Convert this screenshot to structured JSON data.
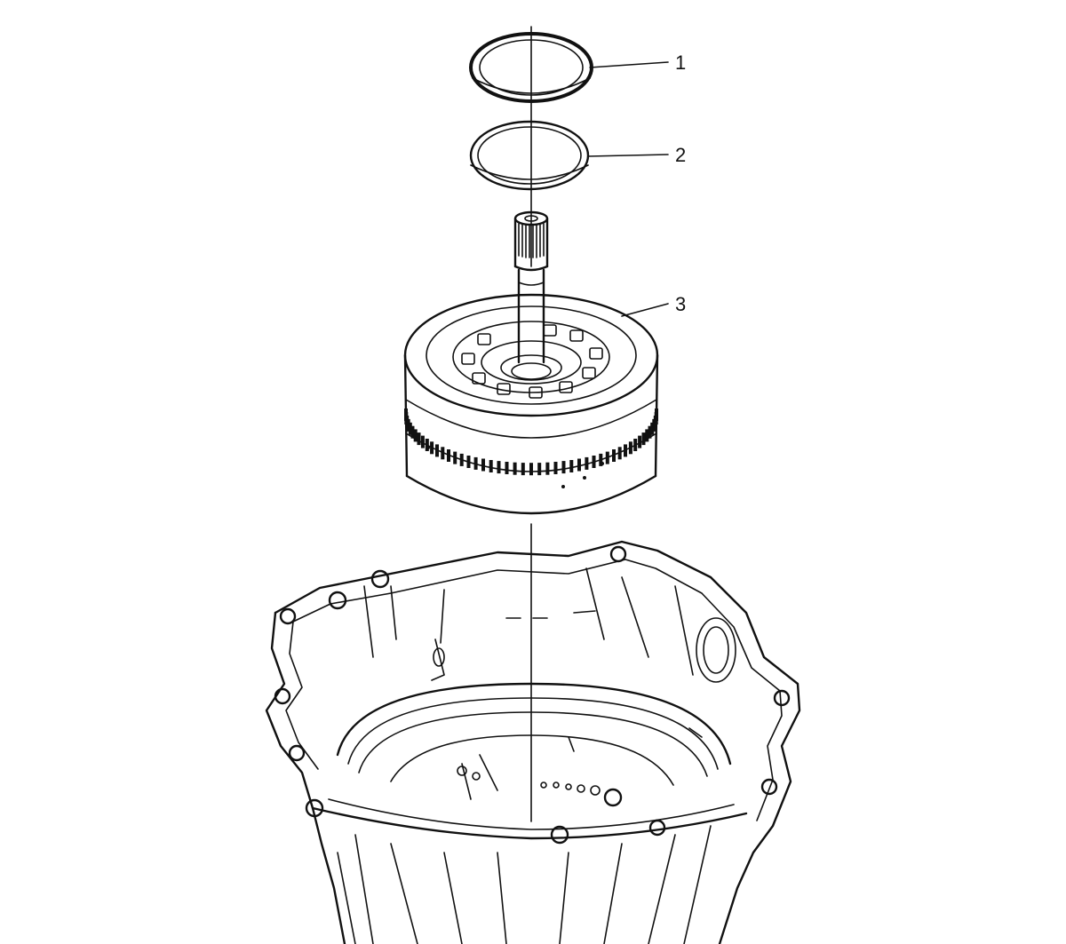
{
  "diagram": {
    "callouts": [
      {
        "id": "1",
        "label": "1"
      },
      {
        "id": "2",
        "label": "2"
      },
      {
        "id": "3",
        "label": "3"
      }
    ]
  },
  "colors": {
    "ink": "#111111",
    "background": "#ffffff"
  }
}
